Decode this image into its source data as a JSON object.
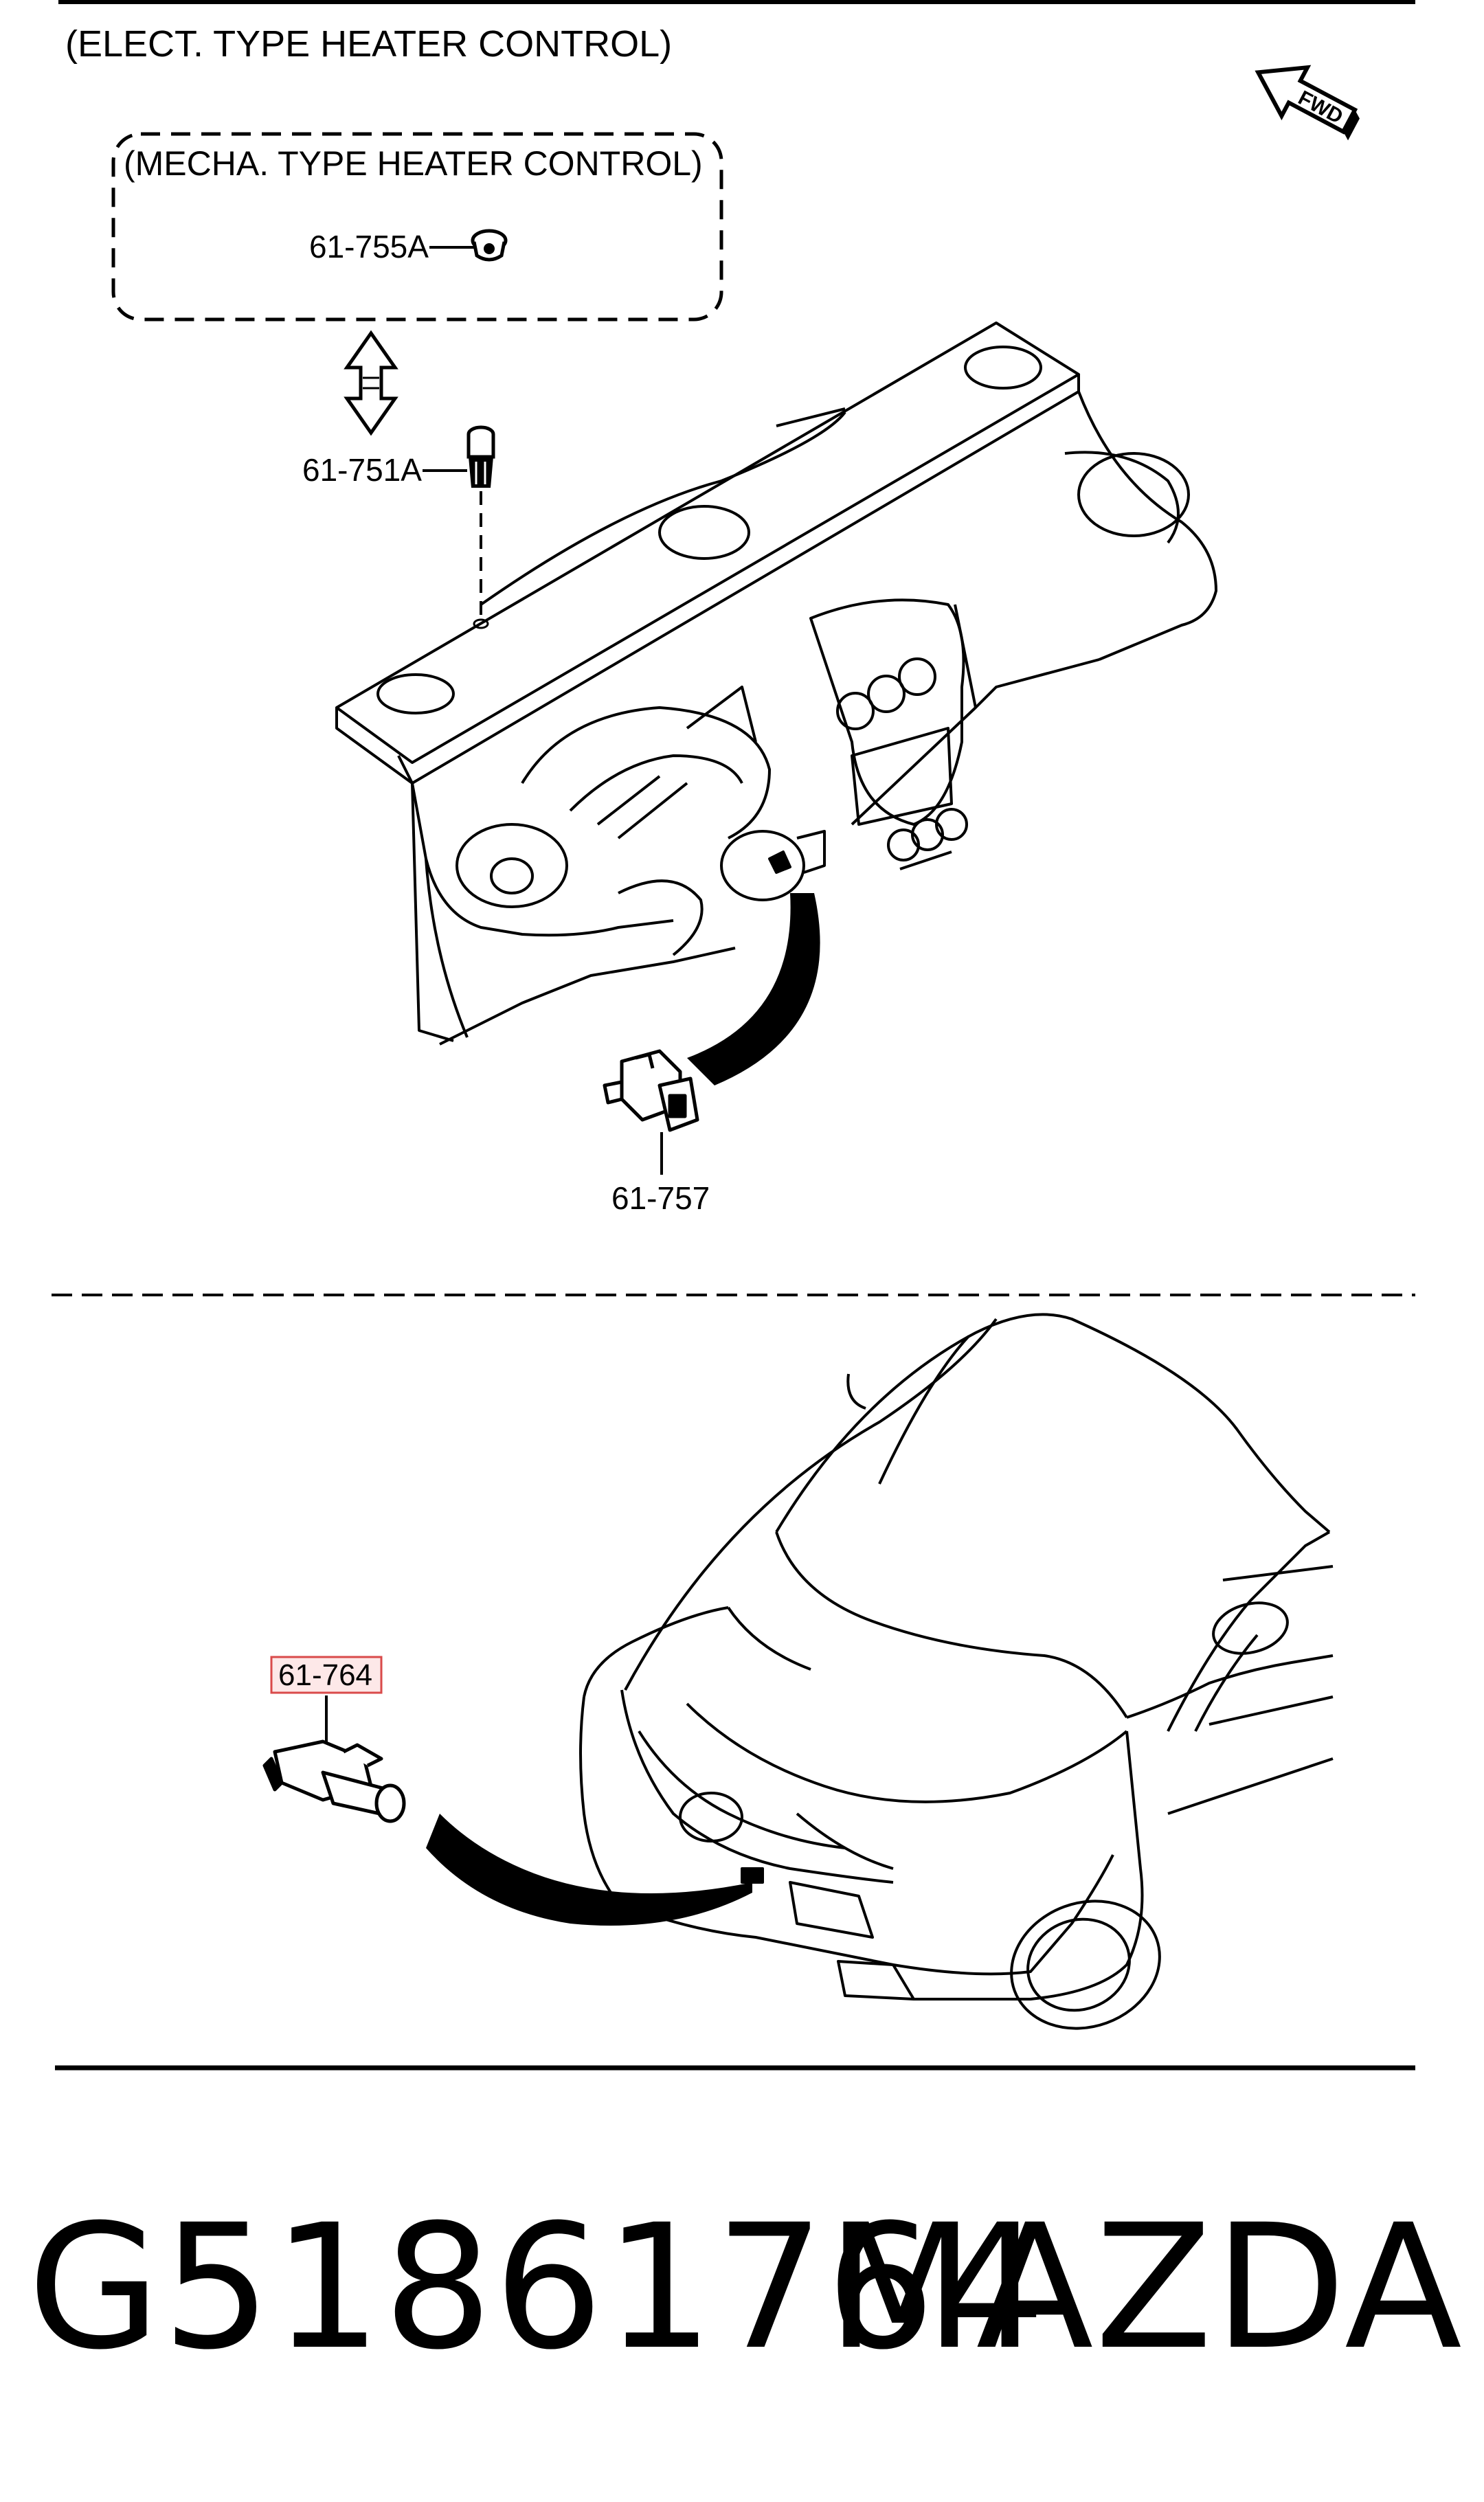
{
  "diagram": {
    "top_title": "(ELECT. TYPE HEATER CONTROL)",
    "inset_title": "(MECHA. TYPE HEATER CONTROL)",
    "direction_label": "FWD",
    "labels": {
      "p755a": "61-755A",
      "p751a": "61-751A",
      "p757": "61-757",
      "p764": "61-764"
    },
    "highlight_color": "#d94a4a",
    "highlight_fill": "#fde8e8"
  },
  "caption": {
    "part_number": "G51861764",
    "brand": "MAZDA"
  }
}
